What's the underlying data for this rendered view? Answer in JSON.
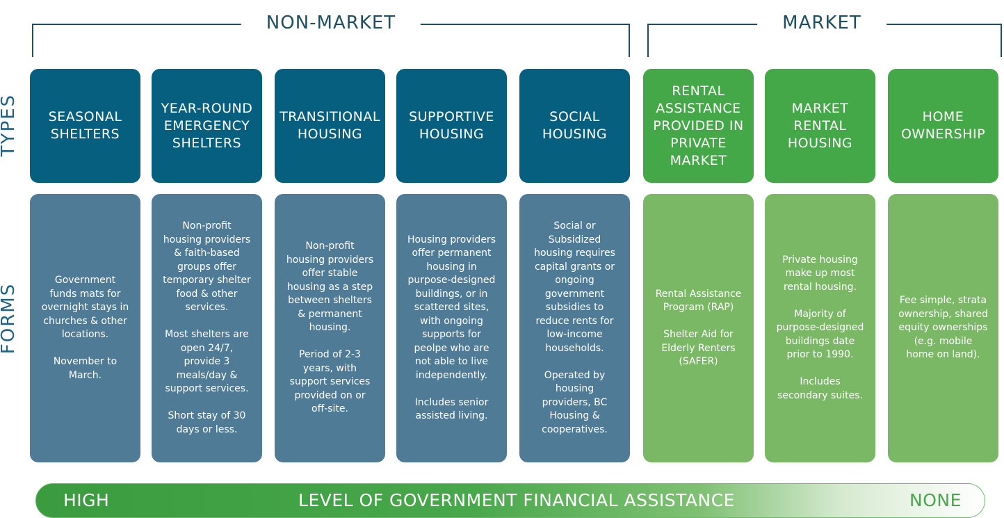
{
  "header": {
    "non_market_label": "NON-MARKET",
    "market_label": "MARKET"
  },
  "side_labels": {
    "types": "TYPES",
    "forms": "FORMS"
  },
  "columns": [
    {
      "type": "SEASONAL\nSHELTERS",
      "form": "Government\nfunds mats for\novernight stays in\nchurches & other\nlocations.\n\nNovember to\nMarch.",
      "group": "non-market"
    },
    {
      "type": "YEAR-ROUND\nEMERGENCY\nSHELTERS",
      "form": "Non-profit\nhousing providers\n& faith-based\ngroups offer\ntemporary shelter\nfood & other\nservices.\n\nMost shelters are\nopen 24/7,\nprovide 3\nmeals/day &\nsupport services.\n\nShort stay of 30\ndays or less.",
      "group": "non-market"
    },
    {
      "type": "TRANSITIONAL\nHOUSING",
      "form": "Non-profit\nhousing providers\noffer stable\nhousing as a step\nbetween shelters\n& permanent\nhousing.\n\nPeriod of 2-3\nyears, with\nsupport services\nprovided on or\noff-site.",
      "group": "non-market"
    },
    {
      "type": "SUPPORTIVE\nHOUSING",
      "form": "Housing providers\noffer permanent\nhousing in\npurpose-designed\nbuildings, or in\nscattered sites,\nwith ongoing\nsupports for\npeolpe who are\nnot able to live\nindependently.\n\nIncludes senior\nassisted living.",
      "group": "non-market"
    },
    {
      "type": "SOCIAL\nHOUSING",
      "form": "Social or\nSubsidized\nhousing requires\ncapital grants or\nongoing\ngovernment\nsubsidies to\nreduce rents for\nlow-income\nhouseholds.\n\nOperated by\nhousing\nproviders, BC\nHousing &\ncooperatives.",
      "group": "non-market"
    },
    {
      "type": "RENTAL\nASSISTANCE\nPROVIDED IN\nPRIVATE\nMARKET",
      "form": "Rental Assistance\nProgram (RAP)\n\nShelter Aid for\nElderly Renters\n(SAFER)",
      "group": "market"
    },
    {
      "type": "MARKET\nRENTAL\nHOUSING",
      "form": "Private housing\nmake up most\nrental housing.\n\nMajority of\npurpose-designed\nbuildings date\nprior to 1990.\n\nIncludes\nsecondary suites.",
      "group": "market"
    },
    {
      "type": "HOME\nOWNERSHIP",
      "form": "Fee simple, strata\nownership, shared\nequity ownerships\n(e.g. mobile\nhome on land).",
      "group": "market"
    }
  ],
  "assistance_bar": {
    "left_label": "HIGH",
    "center_label": "LEVEL OF GOVERNMENT FINANCIAL ASSISTANCE",
    "right_label": "NONE"
  },
  "colors": {
    "non_market_type": "#075f80",
    "non_market_form": "#4f7b97",
    "market_type": "#45a848",
    "market_form": "#7ab866",
    "bracket": "#1f4e63"
  }
}
